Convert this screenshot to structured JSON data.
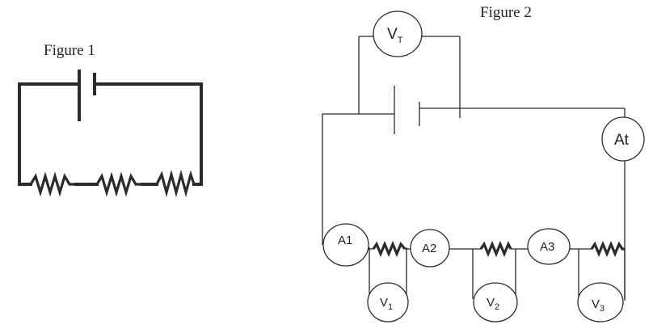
{
  "figure1": {
    "caption": "Figure 1"
  },
  "figure2": {
    "caption": "Figure 2",
    "meters": {
      "vt": {
        "main": "V",
        "sub": "T"
      },
      "at": {
        "main": "At"
      },
      "a1": {
        "main": "A1"
      },
      "a2": {
        "main": "A2"
      },
      "a3": {
        "main": "A3"
      },
      "v1": {
        "main": "V",
        "sub": "1"
      },
      "v2": {
        "main": "V",
        "sub": "2"
      },
      "v3": {
        "main": "V",
        "sub": "3"
      }
    }
  }
}
